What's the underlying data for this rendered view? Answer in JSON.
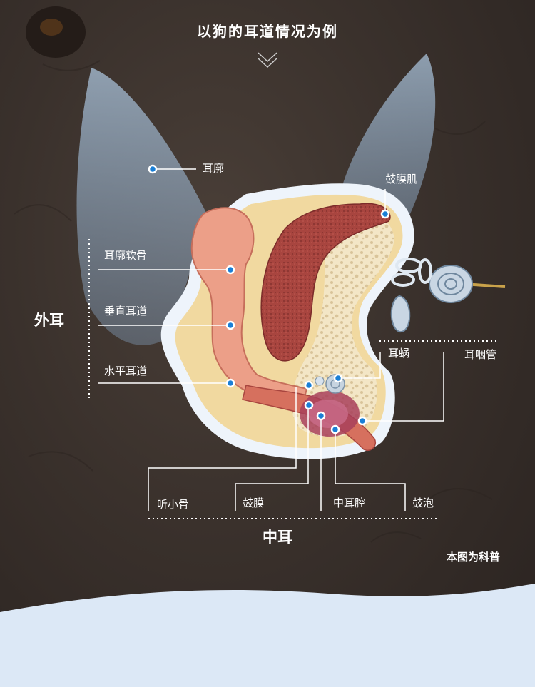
{
  "title": "以狗的耳道情况为例",
  "labels": {
    "auricle": "耳廓",
    "tensor_tympani": "鼓膜肌",
    "auricular_cartilage": "耳廓软骨",
    "vertical_canal": "垂直耳道",
    "horizontal_canal": "水平耳道",
    "outer_ear": "外耳",
    "cochlea": "耳蜗",
    "eustachian_tube": "耳咽管",
    "ossicles": "听小骨",
    "eardrum": "鼓膜",
    "tympanic_cavity": "中耳腔",
    "tympanic_bulla": "鼓泡",
    "middle_ear": "中耳"
  },
  "note": "本图为科普",
  "colors": {
    "background": "#3a312c",
    "bone": "#f1d9a0",
    "soft_tissue": "#e99a86",
    "muscle": "#9c3b3b",
    "ear_shadow": "#a9c8e4",
    "marker": "#1a7fd6",
    "wave": "#dce8f6"
  },
  "icons": [
    "chevron-down-icon"
  ]
}
